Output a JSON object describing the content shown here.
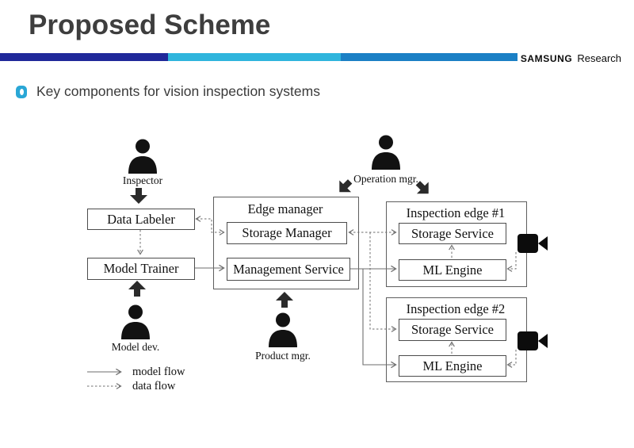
{
  "slide": {
    "title": "Proposed Scheme",
    "bullet": "Key components for vision inspection systems",
    "brand": {
      "logo": "SAMSUNG",
      "suffix": "Research"
    },
    "accent_colors": {
      "navy": "#20289a",
      "cyan": "#2fb5dd",
      "blue": "#1b80c5"
    }
  },
  "diagram": {
    "actors": [
      {
        "id": "inspector",
        "label": "Inspector"
      },
      {
        "id": "operation-mgr",
        "label": "Operation mgr."
      },
      {
        "id": "model-dev",
        "label": "Model dev."
      },
      {
        "id": "product-mgr",
        "label": "Product mgr."
      }
    ],
    "containers": [
      {
        "id": "edge-manager",
        "title": "Edge manager"
      },
      {
        "id": "inspection-edge-1",
        "title": "Inspection edge #1"
      },
      {
        "id": "inspection-edge-2",
        "title": "Inspection edge #2"
      }
    ],
    "boxes": [
      {
        "id": "data-labeler",
        "label": "Data Labeler"
      },
      {
        "id": "model-trainer",
        "label": "Model Trainer"
      },
      {
        "id": "storage-manager",
        "label": "Storage Manager"
      },
      {
        "id": "management-service",
        "label": "Management Service"
      },
      {
        "id": "storage-service-1",
        "label": "Storage Service"
      },
      {
        "id": "ml-engine-1",
        "label": "ML Engine"
      },
      {
        "id": "storage-service-2",
        "label": "Storage Service"
      },
      {
        "id": "ml-engine-2",
        "label": "ML Engine"
      }
    ],
    "legend": [
      {
        "style": "solid",
        "label": "model flow"
      },
      {
        "style": "dashed",
        "label": "data flow"
      }
    ]
  }
}
